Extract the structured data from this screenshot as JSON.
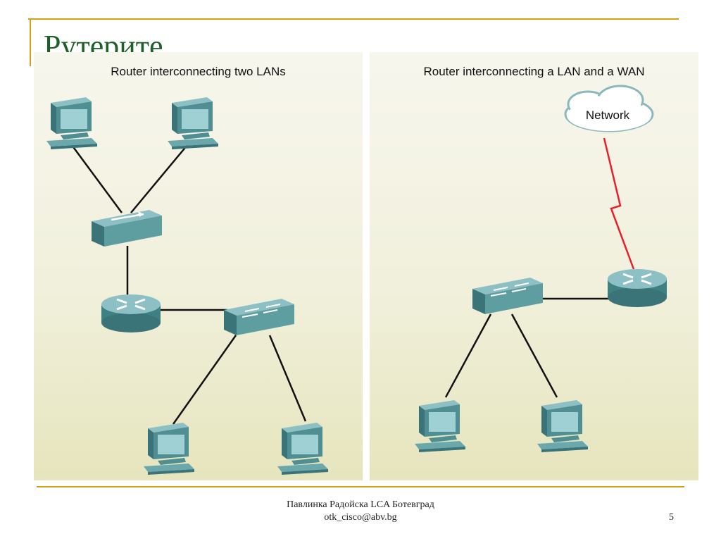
{
  "slide": {
    "title": "Рутерите",
    "footer_line1": "Павлинка Радойска LCA Ботевград",
    "footer_line2": "otk_cisco@abv.bg",
    "page_number": "5"
  },
  "diagrams": {
    "left": {
      "title": "Router interconnecting two LANs"
    },
    "right": {
      "title": "Router interconnecting a LAN and a WAN",
      "cloud_label": "Network"
    }
  },
  "colors": {
    "accent_rule": "#d4a017",
    "title": "#1f5f28",
    "device": "#5f9ea0",
    "wan_link": "#e8202a"
  }
}
